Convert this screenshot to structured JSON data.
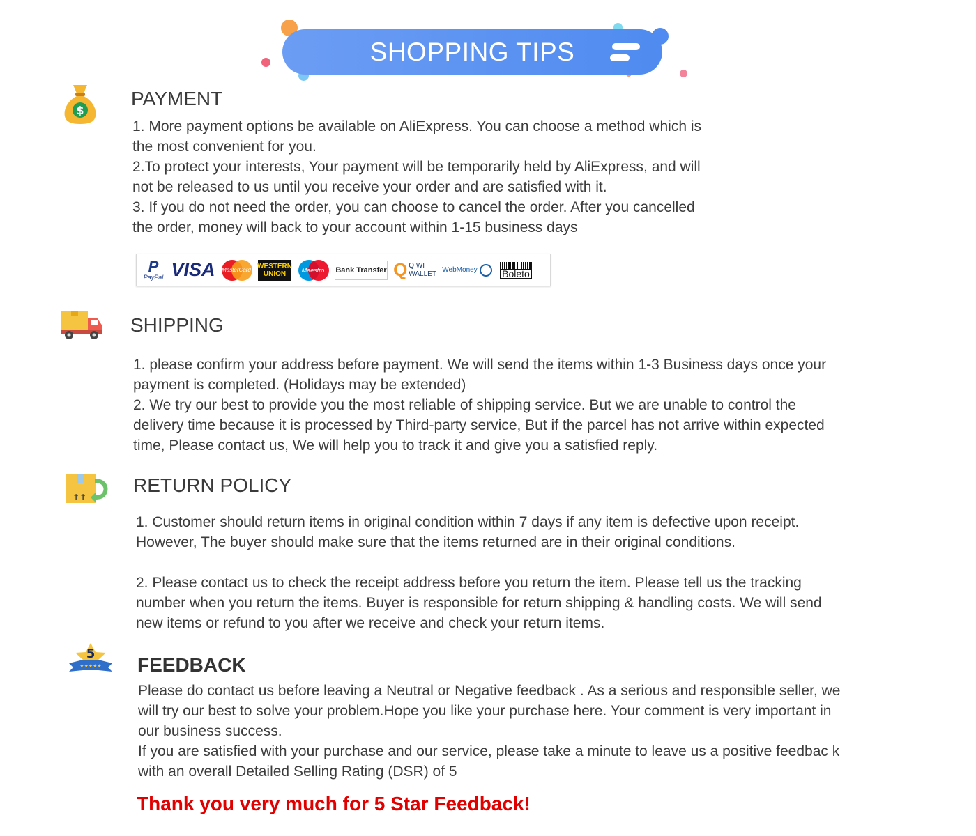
{
  "banner": {
    "title": "SHOPPING TIPS"
  },
  "payment": {
    "title": "PAYMENT",
    "text": "1. More payment options be available on AliExpress. You can choose a method which is\nthe most convenient for you.\n2.To protect your interests, Your payment will be temporarily held by AliExpress, and will\nnot be released to us until you receive your order and are satisfied with it.\n3. If you do not need the order, you can choose to cancel the order. After you cancelled\nthe order, money will back to your account within 1-15 business days",
    "methods": {
      "paypal": "PayPal",
      "visa": "VISA",
      "mastercard": "MasterCard",
      "western_union_1": "WESTERN",
      "western_union_2": "UNION",
      "maestro": "Maestro",
      "bank_transfer": "Bank Transfer",
      "qiwi_1": "QIWI",
      "qiwi_2": "WALLET",
      "webmoney": "WebMoney",
      "boleto": "Boleto"
    }
  },
  "shipping": {
    "title": "SHIPPING",
    "text": "1. please confirm your address before payment. We will send the items within 1-3 Business days once your\npayment is completed. (Holidays may be extended)\n2. We try our best to provide you the most reliable of shipping service. But we are unable to control the\ndelivery time because it is processed by Third-party service, But if the parcel has not arrive within expected\ntime, Please contact us, We will help you to track it and give you a satisfied reply."
  },
  "return_policy": {
    "title": "RETURN POLICY",
    "text_1": "1. Customer should return items in original condition within 7 days if any item is defective upon receipt.\nHowever, The buyer should make sure that the items returned are in their original conditions.",
    "text_2": "2. Please contact us to check the receipt address before you return the item. Please tell us the tracking\nnumber when you return the items. Buyer is responsible for return shipping & handling costs. We will send\nnew items or refund to you after we receive and check your return items."
  },
  "feedback": {
    "title": "FEEDBACK",
    "badge_number": "5",
    "text": "Please do contact us before leaving a Neutral or Negative  feedback . As a serious and responsible seller, we\nwill try our best to solve your problem.Hope you like your purchase here. Your comment is very important in\nour business success.\n If you are satisfied with your purchase and our service,  please take a minute to leave us  a positive feedbac k\nwith an overall  Detailed Selling Rating (DSR) of 5",
    "thanks": "Thank you very much for 5 Star Feedback!"
  },
  "colors": {
    "banner": "#5b93f2",
    "thanks": "#e00000",
    "icon_gold": "#f5b731",
    "icon_green": "#1f9d55"
  }
}
